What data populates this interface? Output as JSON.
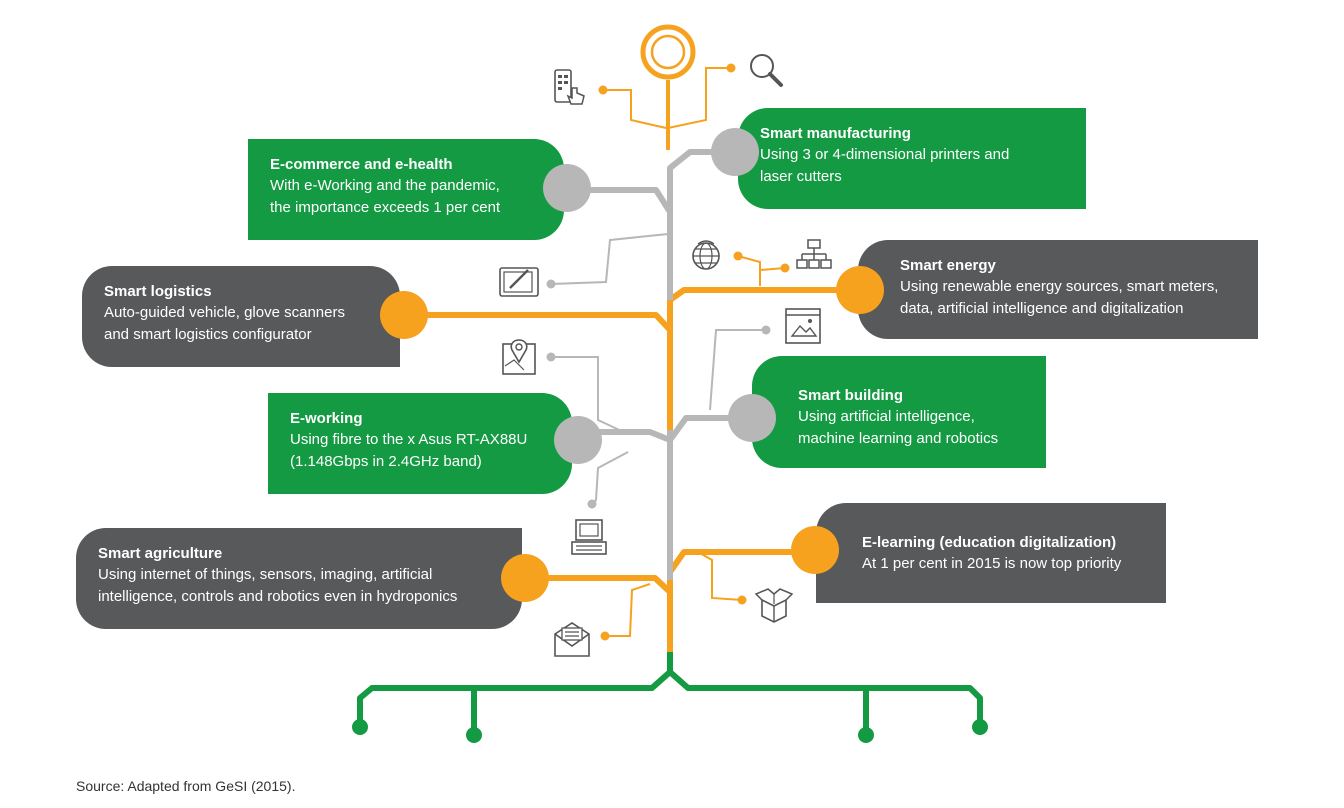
{
  "colors": {
    "green": "#139a43",
    "gray": "#58595b",
    "orange": "#f6a21e",
    "line_gray": "#b7b7b7",
    "icon": "#555555"
  },
  "nodes": [
    {
      "id": "smart-manufacturing",
      "title": "Smart manufacturing",
      "lines": [
        "Using 3 or 4-dimensional printers and",
        "laser cutters"
      ],
      "color": "green"
    },
    {
      "id": "e-commerce",
      "title": "E-commerce and e-health",
      "lines": [
        "With e-Working and the pandemic,",
        "the importance exceeds 1 per cent"
      ],
      "color": "green"
    },
    {
      "id": "smart-energy",
      "title": "Smart energy",
      "lines": [
        "Using renewable energy sources, smart meters,",
        "data, artificial intelligence and digitalization"
      ],
      "color": "gray"
    },
    {
      "id": "smart-logistics",
      "title": "Smart logistics",
      "lines": [
        "Auto-guided vehicle, glove scanners",
        "and smart logistics configurator"
      ],
      "color": "gray"
    },
    {
      "id": "smart-building",
      "title": "Smart building",
      "lines": [
        "Using artificial intelligence,",
        "machine learning and robotics"
      ],
      "color": "green"
    },
    {
      "id": "e-working",
      "title": "E-working",
      "lines": [
        "Using fibre to the x Asus RT-AX88U",
        "(1.148Gbps in 2.4GHz band)"
      ],
      "color": "green"
    },
    {
      "id": "e-learning",
      "title": "E-learning (education digitalization)",
      "lines": [
        "At 1 per cent in 2015 is now top priority"
      ],
      "color": "gray"
    },
    {
      "id": "smart-agriculture",
      "title": "Smart agriculture",
      "lines": [
        "Using internet of things, sensors, imaging, artificial",
        "intelligence, controls and robotics even in hydroponics"
      ],
      "color": "gray"
    }
  ],
  "icons": [
    "smartphone-icon",
    "magnifier-icon",
    "drawing-tablet-icon",
    "globe-icon",
    "org-chart-icon",
    "location-map-icon",
    "image-window-icon",
    "pos-terminal-icon",
    "open-box-icon",
    "envelope-icon"
  ],
  "source": "Source: Adapted from GeSI (2015)."
}
